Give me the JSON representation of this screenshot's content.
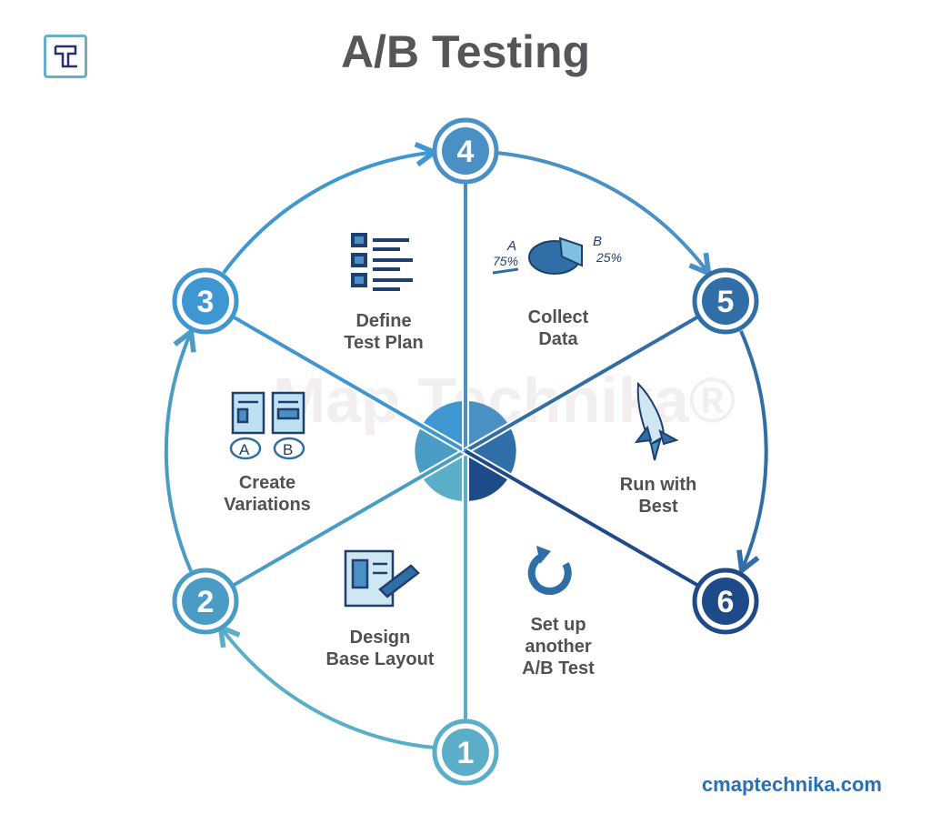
{
  "title": "A/B Testing",
  "logo_text": "T",
  "watermark": "Map Technika®",
  "footer": "cmaptechnika.com",
  "steps": [
    {
      "number": "1",
      "color": "#5aaec8"
    },
    {
      "number": "2",
      "color": "#4a9cc4"
    },
    {
      "number": "3",
      "color": "#3f97d2"
    },
    {
      "number": "4",
      "color": "#4a90c4"
    },
    {
      "number": "5",
      "color": "#2f6ea6"
    },
    {
      "number": "6",
      "color": "#1f4a8a"
    }
  ],
  "sections": {
    "design": {
      "line1": "Design",
      "line2": "Base Layout"
    },
    "create": {
      "line1": "Create",
      "line2": "Variations"
    },
    "define": {
      "line1": "Define",
      "line2": "Test Plan"
    },
    "collect": {
      "line1": "Collect",
      "line2": "Data"
    },
    "run": {
      "line1": "Run with",
      "line2": "Best"
    },
    "setup": {
      "line1": "Set up",
      "line2": "another",
      "line3": "A/B Test"
    }
  },
  "pie_labels": {
    "a": "A",
    "a_pct": "75%",
    "b": "B",
    "b_pct": "25%"
  },
  "variation_labels": {
    "a": "A",
    "b": "B"
  }
}
